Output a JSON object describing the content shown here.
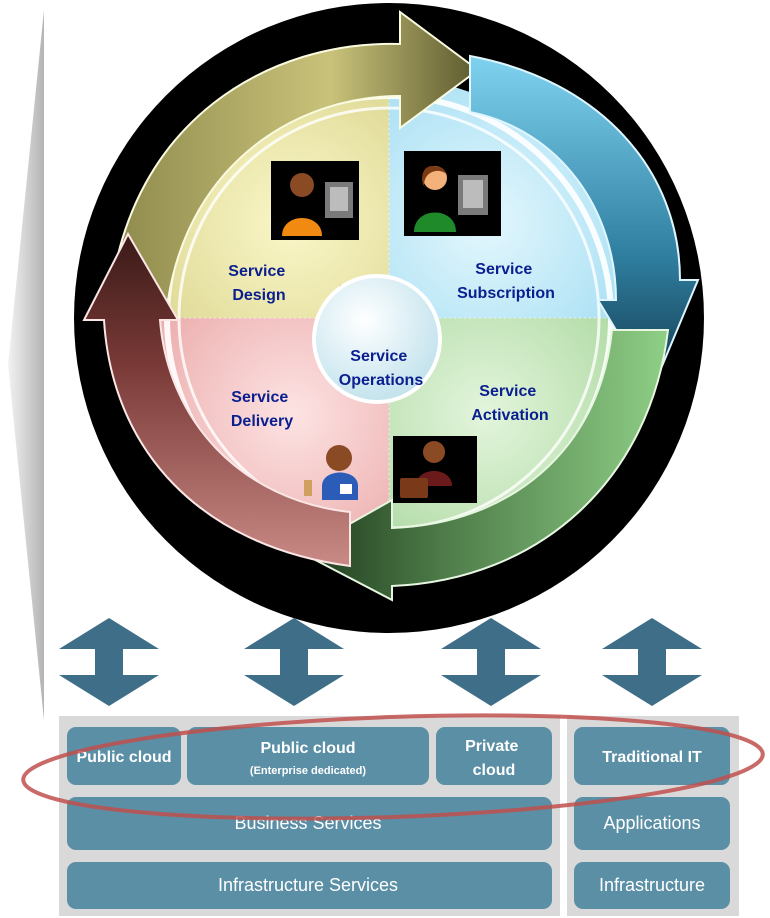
{
  "lifecycle": {
    "quadrants": {
      "design": {
        "label_lines": [
          "Service",
          "Design"
        ]
      },
      "subscription": {
        "label_lines": [
          "Service",
          "Subscription"
        ]
      },
      "delivery": {
        "label_lines": [
          "Service",
          "Delivery"
        ]
      },
      "activation": {
        "label_lines": [
          "Service",
          "Activation"
        ]
      }
    },
    "center": {
      "label_lines": [
        "Service",
        "Operations"
      ]
    }
  },
  "platforms": {
    "public_cloud": {
      "label": "Public cloud"
    },
    "public_cloud_dedicated": {
      "label": "Public cloud",
      "sublabel": "(Enterprise dedicated)"
    },
    "private_cloud": {
      "label_lines": [
        "Private",
        "cloud"
      ]
    },
    "traditional_it": {
      "label": "Traditional IT"
    }
  },
  "layers": {
    "business_services": "Business Services",
    "applications": "Applications",
    "infrastructure_services": "Infrastructure Services",
    "infrastructure": "Infrastructure"
  },
  "colors": {
    "arrow": "#3f6f88",
    "box": "#5b8fa6",
    "panel": "#d9d9d9",
    "ellipse": "#c0504d",
    "label": "#0a1f8f"
  }
}
